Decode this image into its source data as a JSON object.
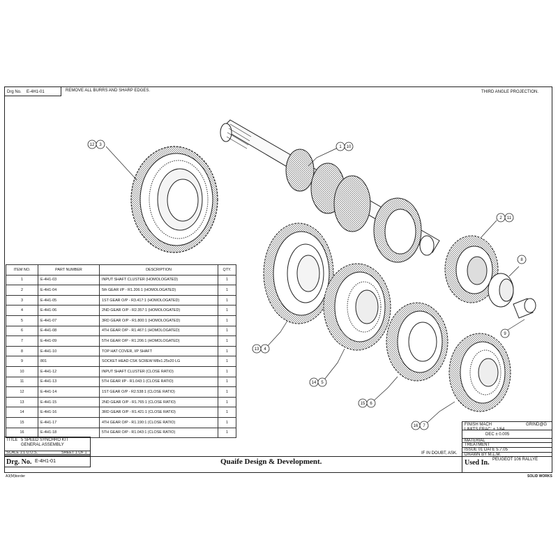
{
  "header": {
    "drg_label": "Drg No.",
    "drg_number": "E-4H1-01",
    "note": "REMOVE ALL BURRS AND SHARP EDGES.",
    "projection": "THIRD ANGLE PROJECTION."
  },
  "bom": {
    "headers": [
      "ITEM NO.",
      "PART NUMBER",
      "DESCRIPTION",
      "QTY."
    ],
    "rows": [
      [
        "1",
        "E-4H1-03",
        "INPUT SHAFT CLUSTER  (HOMOLOGATED)",
        "1"
      ],
      [
        "2",
        "E-4H1-04",
        "5th GEAR I/P - R1.206:1 (HOMOLOGATED)",
        "1"
      ],
      [
        "3",
        "E-4H1-05",
        "1ST GEAR O/P - R3.417:1 (HOMOLOGATED)",
        "1"
      ],
      [
        "4",
        "E-4H1-06",
        "2ND GEAR O/P - R2.357:1 (HOMOLOGATED)",
        "1"
      ],
      [
        "5",
        "E-4H1-07",
        "3RD GEAR O/P - R1.800:1 (HOMOLOGATED)",
        "1"
      ],
      [
        "6",
        "E-4H1-08",
        "4TH GEAR O/P - R1.467:1 (HOMOLOGATED)",
        "1"
      ],
      [
        "7",
        "E-4H1-09",
        "5TH GEAR O/P - R1.206:1 (HOMOLOGATED)",
        "1"
      ],
      [
        "8",
        "E-4H1-10",
        "TOP HAT COVER, I/P SHAFT",
        "1"
      ],
      [
        "9",
        "801",
        "SOCKET HEAD CSK SCREW M8x1.25x20 LG",
        "1"
      ],
      [
        "10",
        "E-4H1-12",
        "INPUT SHAFT CLUSTER  (CLOSE RATIO)",
        "1"
      ],
      [
        "11",
        "E-4H1-13",
        "5TH GEAR I/P - R1.043:1 (CLOSE RATIO)",
        "1"
      ],
      [
        "12",
        "E-4H1-14",
        "1ST GEAR O/P - R2.538:1 (CLOSE RATIO)",
        "1"
      ],
      [
        "13",
        "E-4H1-15",
        "2ND GEAR O/P - R1.765:1 (CLOSE RATIO)",
        "1"
      ],
      [
        "14",
        "E-4H1-16",
        "3RD GEAR O/P - R1.421:1 (CLOSE RATIO)",
        "1"
      ],
      [
        "15",
        "E-4H1-17",
        "4TH GEAR O/P - R1.190:1 (CLOSE RATIO)",
        "1"
      ],
      [
        "16",
        "E-4H1-18",
        "5TH GEAR O/P - R1.043:1 (CLOSE RATIO)",
        "1"
      ]
    ]
  },
  "balloons": [
    {
      "a": "12",
      "b": "3"
    },
    {
      "a": "1",
      "b": "10"
    },
    {
      "a": "2",
      "b": "11"
    },
    {
      "a": "8",
      "b": ""
    },
    {
      "a": "9",
      "b": ""
    },
    {
      "a": "13",
      "b": "4"
    },
    {
      "a": "14",
      "b": "5"
    },
    {
      "a": "15",
      "b": "6"
    },
    {
      "a": "16",
      "b": "7"
    }
  ],
  "title_block": {
    "title_label": "TITLE",
    "title_line1": "5 SPEED SYNCHRO KIT",
    "title_line2": "GENERAL ASSEMBLY",
    "scale": "SCALE 1:1 U.O.S.",
    "sheet": "SHEET 1 OF 1",
    "drg_label": "Drg. No.",
    "drg_number": "E-4H1-01",
    "in_doubt": "IF IN DOUBT, ASK.",
    "company": "Quaife Design & Development.",
    "finish": "FINISH  MACH",
    "grind": "GRIND@G",
    "limits": "LIMITS  FRAC:  ± 1/64",
    "dec": "DEC  ± 0.005",
    "material": "MATERIAL",
    "treatment": "TREATMENT",
    "issue": "ISSUE  01  DATE 5.7.05",
    "drawn": "DRAWN BY  M.L.M.",
    "used_in_label": "Used In.",
    "used_in_value": "PEUGEOT 106 RALLYE"
  },
  "footer": {
    "left": "A3(M)border",
    "right": "SOLID WORKS"
  }
}
